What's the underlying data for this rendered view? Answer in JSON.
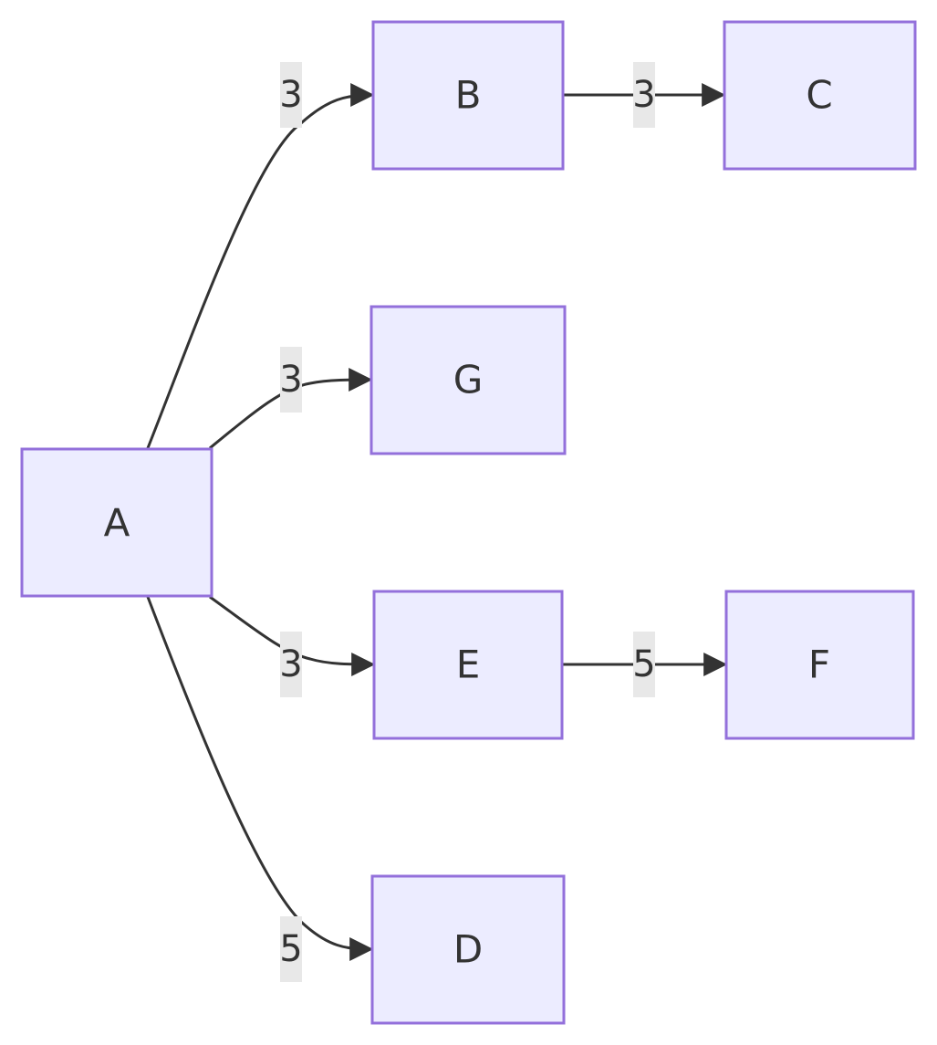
{
  "diagram": {
    "type": "flowchart",
    "direction": "left-to-right",
    "nodes": [
      {
        "id": "A",
        "label": "A"
      },
      {
        "id": "B",
        "label": "B"
      },
      {
        "id": "C",
        "label": "C"
      },
      {
        "id": "G",
        "label": "G"
      },
      {
        "id": "E",
        "label": "E"
      },
      {
        "id": "F",
        "label": "F"
      },
      {
        "id": "D",
        "label": "D"
      }
    ],
    "edges": [
      {
        "from": "A",
        "to": "B",
        "label": "3"
      },
      {
        "from": "B",
        "to": "C",
        "label": "3"
      },
      {
        "from": "A",
        "to": "G",
        "label": "3"
      },
      {
        "from": "A",
        "to": "E",
        "label": "3"
      },
      {
        "from": "E",
        "to": "F",
        "label": "5"
      },
      {
        "from": "A",
        "to": "D",
        "label": "5"
      }
    ]
  },
  "colors": {
    "node_fill": "#ececff",
    "node_stroke": "#9370db",
    "edge": "#333333",
    "edge_label_bg": "#e8e8e8",
    "text": "#333333"
  }
}
